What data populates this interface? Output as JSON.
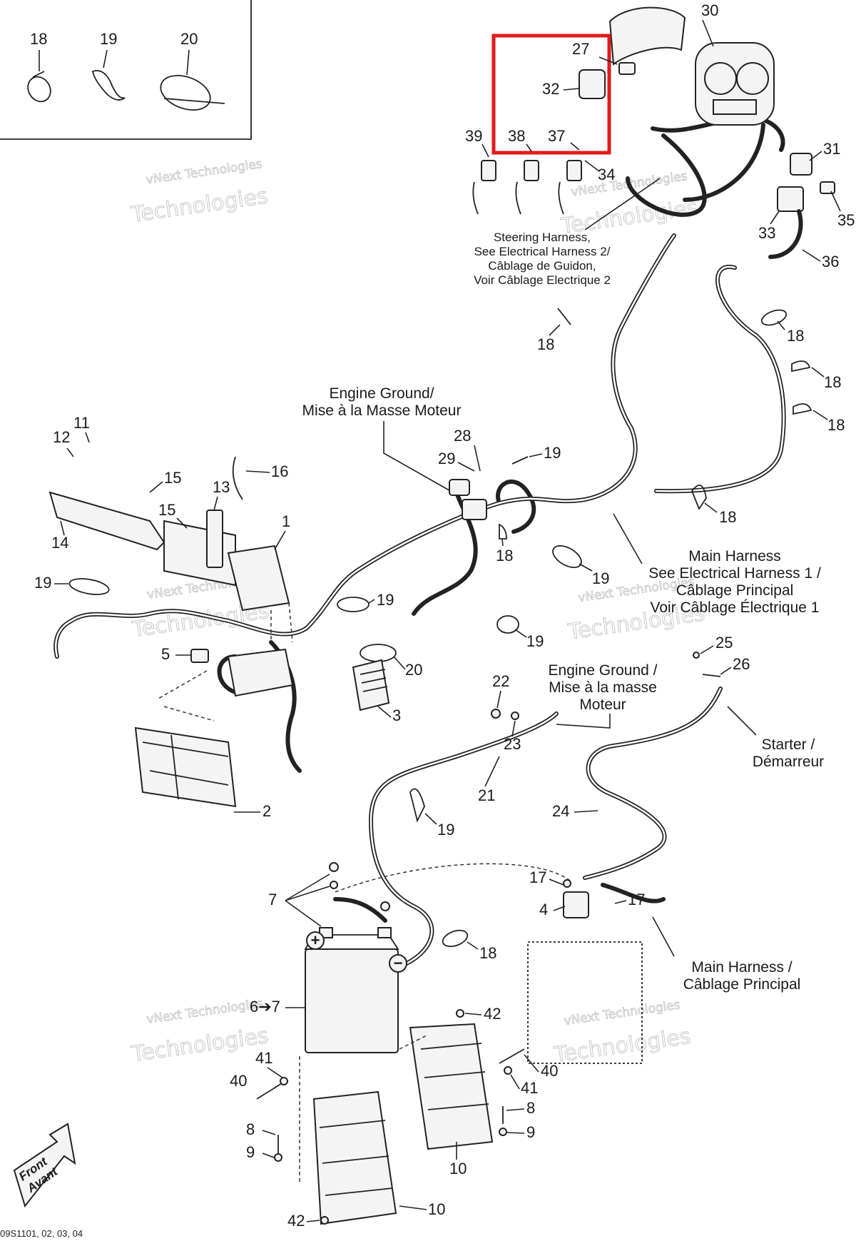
{
  "callout_numbers": {
    "n1": "1",
    "n2": "2",
    "n3": "3",
    "n4": "4",
    "n5": "5",
    "n6": "6",
    "n7": "7",
    "n8": "8",
    "n9": "9",
    "n10": "10",
    "n11": "11",
    "n12": "12",
    "n13": "13",
    "n14": "14",
    "n15": "15",
    "n16": "16",
    "n17": "17",
    "n18": "18",
    "n19": "19",
    "n20": "20",
    "n21": "21",
    "n22": "22",
    "n23": "23",
    "n24": "24",
    "n25": "25",
    "n26": "26",
    "n27": "27",
    "n28": "28",
    "n29": "29",
    "n30": "30",
    "n31": "31",
    "n32": "32",
    "n33": "33",
    "n34": "34",
    "n35": "35",
    "n36": "36",
    "n37": "37",
    "n38": "38",
    "n39": "39",
    "n40": "40",
    "n41": "41",
    "n42": "42",
    "n6arrow": "6➔7"
  },
  "annotations": {
    "steering_harness": [
      "Steering Harness,",
      "See Electrical Harness 2/",
      "Câblage de Guidon,",
      "Voir Câblage Electrique 2"
    ],
    "engine_ground_top": [
      "Engine Ground/",
      "Mise à la Masse Moteur"
    ],
    "main_harness_right": [
      "Main Harness",
      "See Electrical Harness 1 /",
      "Câblage Principal",
      "Voir Câblage Électrique 1"
    ],
    "engine_ground_mid": [
      "Engine Ground /",
      "Mise à la masse",
      "Moteur"
    ],
    "starter": [
      "Starter /",
      "Démarreur"
    ],
    "main_harness_bottom": [
      "Main Harness /",
      "Câblage Principal"
    ],
    "front": [
      "Front",
      "Avant"
    ]
  },
  "battery_symbols": {
    "plus": "+",
    "minus": "−"
  },
  "watermark": {
    "line1": "vNext Technologies",
    "line2": "Technologies"
  },
  "footer_code": "09S1101, 02, 03, 04",
  "highlight_color": "#e01b1b"
}
